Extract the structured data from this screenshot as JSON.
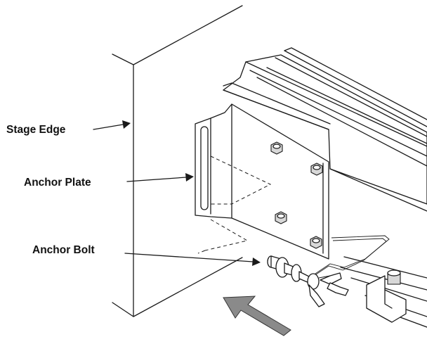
{
  "labels": {
    "stage_edge": "Stage Edge",
    "anchor_plate": "Anchor Plate",
    "anchor_bolt": "Anchor Bolt"
  },
  "colors": {
    "line": "#1a1a1a",
    "direction_arrow": "#8a8a8a"
  }
}
